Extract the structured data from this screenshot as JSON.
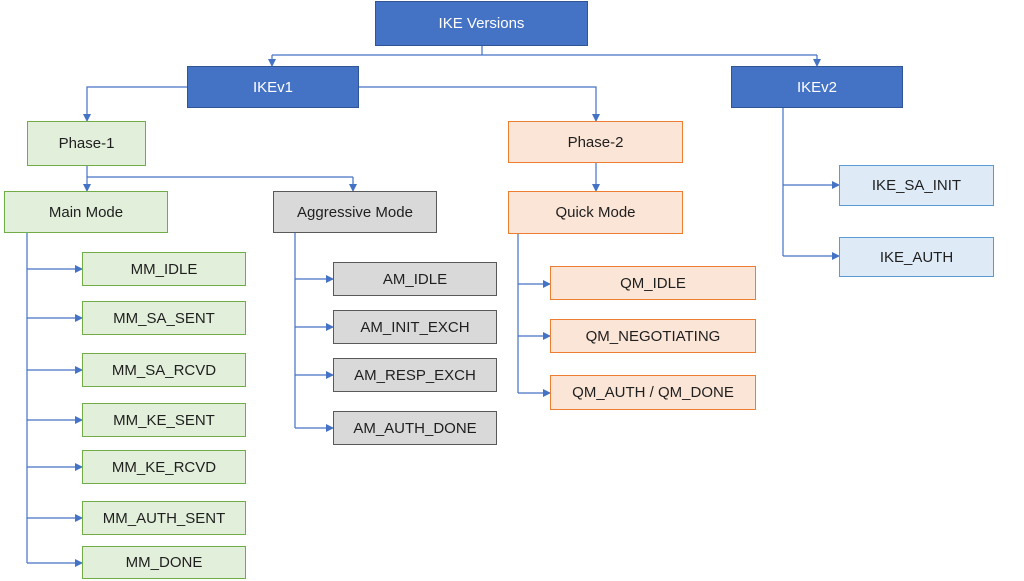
{
  "colors": {
    "version_fill": "#4472c4",
    "phase1_fill": "#e2efda",
    "aggressive_fill": "#d9d9d9",
    "phase2_fill": "#fbe5d6",
    "ikev2_fill": "#deebf7",
    "connector": "#4472c4"
  },
  "root": "IKE Versions",
  "ikev1": {
    "label": "IKEv1",
    "phase1": {
      "label": "Phase-1",
      "main_mode": {
        "label": "Main Mode",
        "states": [
          "MM_IDLE",
          "MM_SA_SENT",
          "MM_SA_RCVD",
          "MM_KE_SENT",
          "MM_KE_RCVD",
          "MM_AUTH_SENT",
          "MM_DONE"
        ]
      },
      "aggressive_mode": {
        "label": "Aggressive Mode",
        "states": [
          "AM_IDLE",
          "AM_INIT_EXCH",
          "AM_RESP_EXCH",
          "AM_AUTH_DONE"
        ]
      }
    },
    "phase2": {
      "label": "Phase-2",
      "quick_mode": {
        "label": "Quick Mode",
        "states": [
          "QM_IDLE",
          "QM_NEGOTIATING",
          "QM_AUTH / QM_DONE"
        ]
      }
    }
  },
  "ikev2": {
    "label": "IKEv2",
    "exchanges": [
      "IKE_SA_INIT",
      "IKE_AUTH"
    ]
  }
}
